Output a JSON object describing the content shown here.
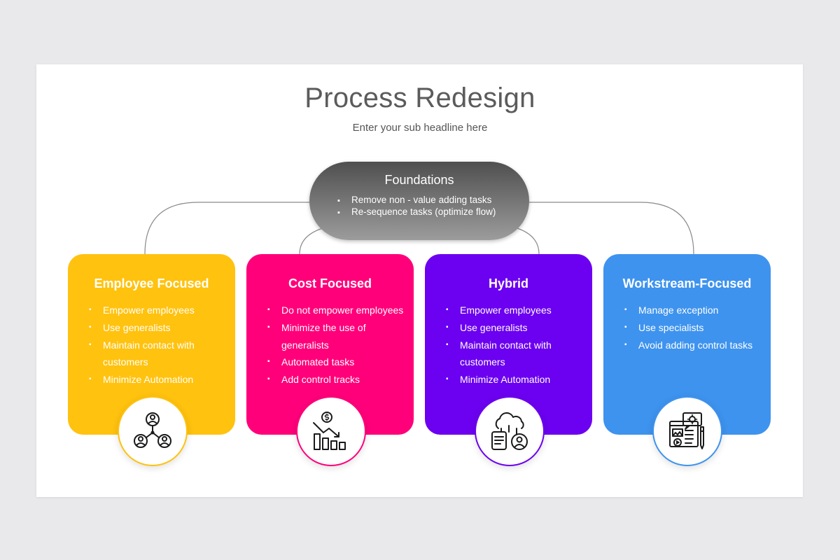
{
  "header": {
    "title": "Process Redesign",
    "subtitle": "Enter your sub headline here"
  },
  "foundation": {
    "title": "Foundations",
    "items": [
      "Remove non - value adding tasks",
      "Re-sequence tasks (optimize flow)"
    ]
  },
  "cards": [
    {
      "title": "Employee Focused",
      "color": "#ffc20e",
      "icon": "people-network-icon",
      "items": [
        "Empower employees",
        "Use generalists",
        "Maintain contact with customers",
        "Minimize Automation"
      ]
    },
    {
      "title": "Cost Focused",
      "color": "#ff007a",
      "icon": "cost-decline-chart-icon",
      "items": [
        "Do not empower employees",
        "Minimize the use of generalists",
        "Automated tasks",
        "Add control tracks"
      ]
    },
    {
      "title": "Hybrid",
      "color": "#6c00f0",
      "icon": "cloud-user-device-icon",
      "items": [
        "Empower employees",
        "Use generalists",
        "Maintain contact with customers",
        "Minimize Automation"
      ]
    },
    {
      "title": "Workstream-Focused",
      "color": "#3e93ee",
      "icon": "workflow-media-icon",
      "items": [
        "Manage exception",
        "Use specialists",
        "Avoid adding control tasks"
      ]
    }
  ]
}
